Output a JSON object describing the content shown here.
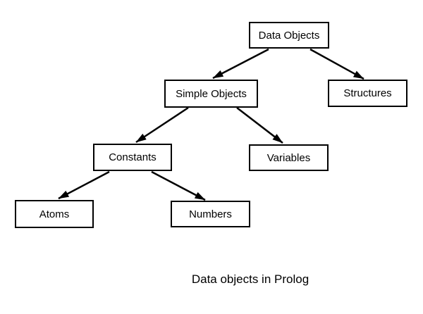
{
  "diagram": {
    "caption": "Data objects in Prolog",
    "nodes": {
      "data_objects": "Data Objects",
      "simple_objects": "Simple Objects",
      "structures": "Structures",
      "constants": "Constants",
      "variables": "Variables",
      "atoms": "Atoms",
      "numbers": "Numbers"
    },
    "edges": [
      {
        "from": "Data Objects",
        "to": "Simple Objects"
      },
      {
        "from": "Data Objects",
        "to": "Structures"
      },
      {
        "from": "Simple Objects",
        "to": "Constants"
      },
      {
        "from": "Simple Objects",
        "to": "Variables"
      },
      {
        "from": "Constants",
        "to": "Atoms"
      },
      {
        "from": "Constants",
        "to": "Numbers"
      }
    ],
    "colors": {
      "background": "#ffffff",
      "box_fill": "#ffffff",
      "box_border": "#000000",
      "line": "#000000",
      "text": "#000000"
    }
  }
}
